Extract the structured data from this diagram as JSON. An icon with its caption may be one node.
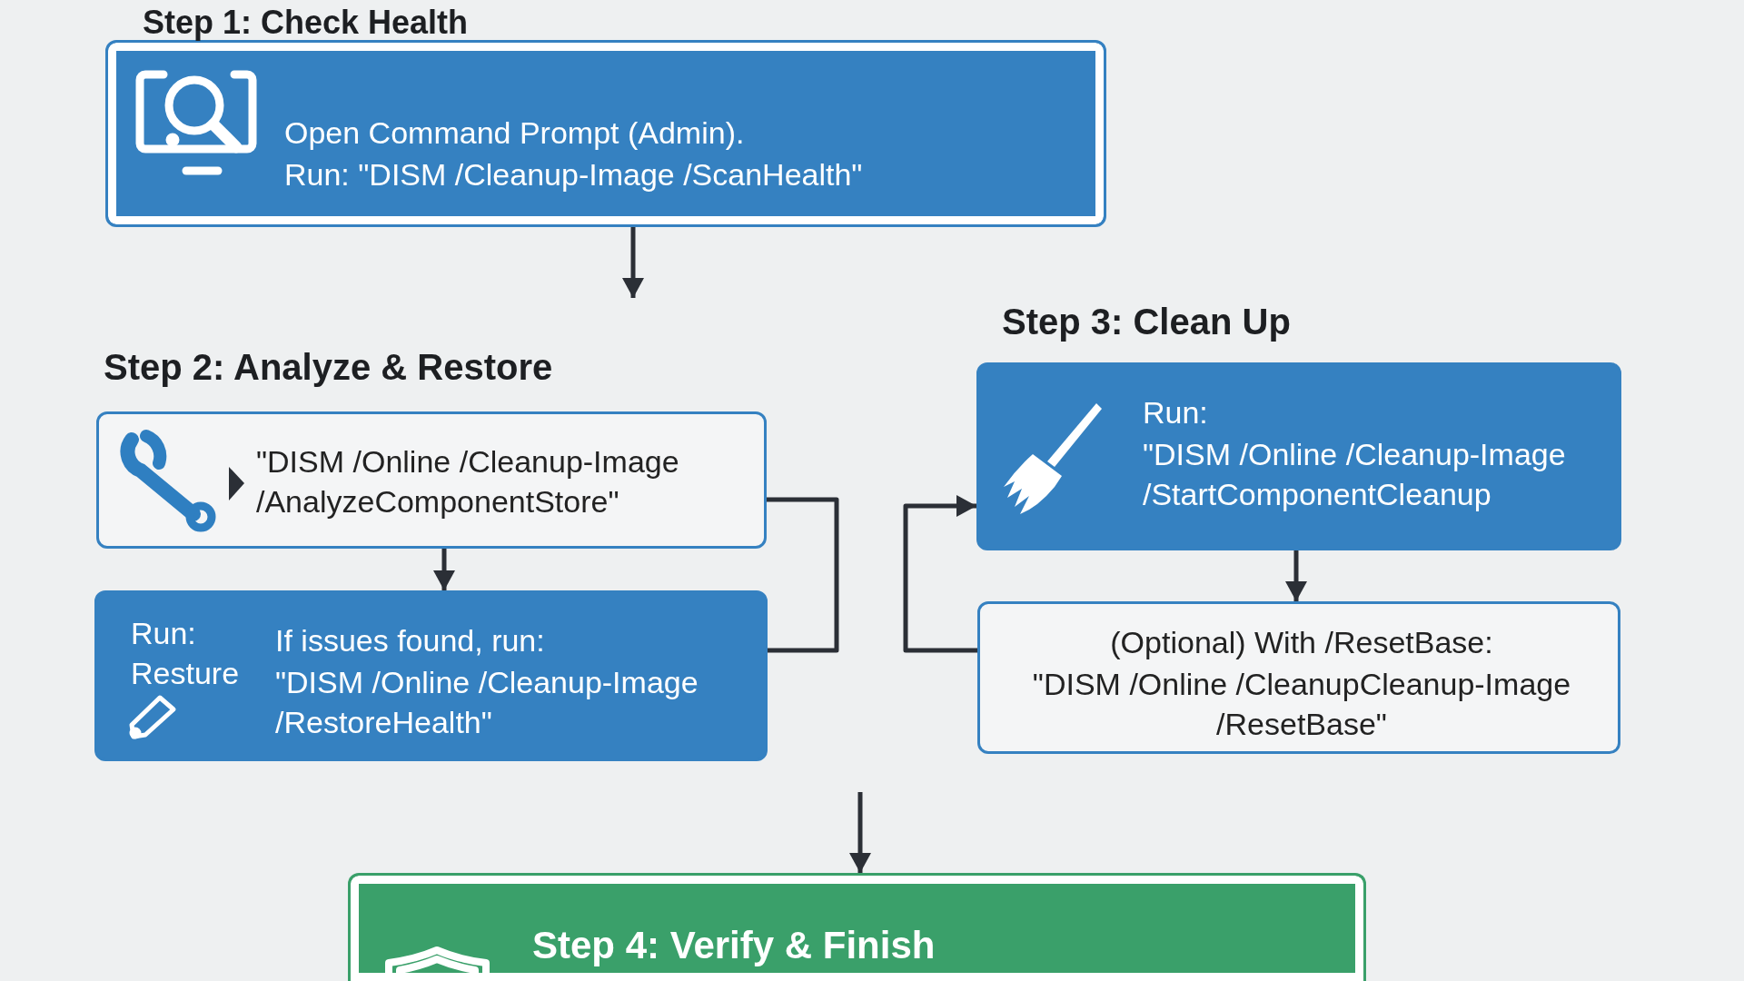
{
  "diagram": {
    "nodes": [
      {
        "text": [
          "Step 1: Check Health",
          "Open Command Prompt (Admin).",
          "Run: \"DISM /Cleanup-Image /ScanHealth\""
        ]
      },
      {
        "text": [
          "Step 2: Analyze & Restore",
          "\"DISM /Online /Cleanup-Image /AnalyzeComponentStore\""
        ]
      },
      {
        "text": [
          "Run: Resture",
          "If issues found, run:",
          "\"DISM /Online /Cleanup-Image /RestoreHealth\""
        ]
      },
      {
        "text": [
          "Step 3: Clean Up",
          "Run:",
          "\"DISM /Online /Cleanup-Image /StartComponentCleanup"
        ]
      },
      {
        "text": [
          "(Optional) With /ResetBase:",
          "\"DISM /Online /CleanupCleanup-Image /ResetBase\""
        ]
      },
      {
        "text": [
          "Step 4: Verify & Finish"
        ]
      }
    ],
    "edges": [
      {
        "from": 0,
        "to": null,
        "arrow": "to"
      },
      {
        "from": 1,
        "to": 2,
        "arrow": "to"
      },
      {
        "from": 1,
        "to": 2,
        "arrow": "none"
      },
      {
        "from": 3,
        "to": 4,
        "arrow": "to"
      },
      {
        "from": 4,
        "to": 3,
        "arrow": "to"
      },
      {
        "from": null,
        "to": 5,
        "arrow": "to"
      }
    ]
  }
}
